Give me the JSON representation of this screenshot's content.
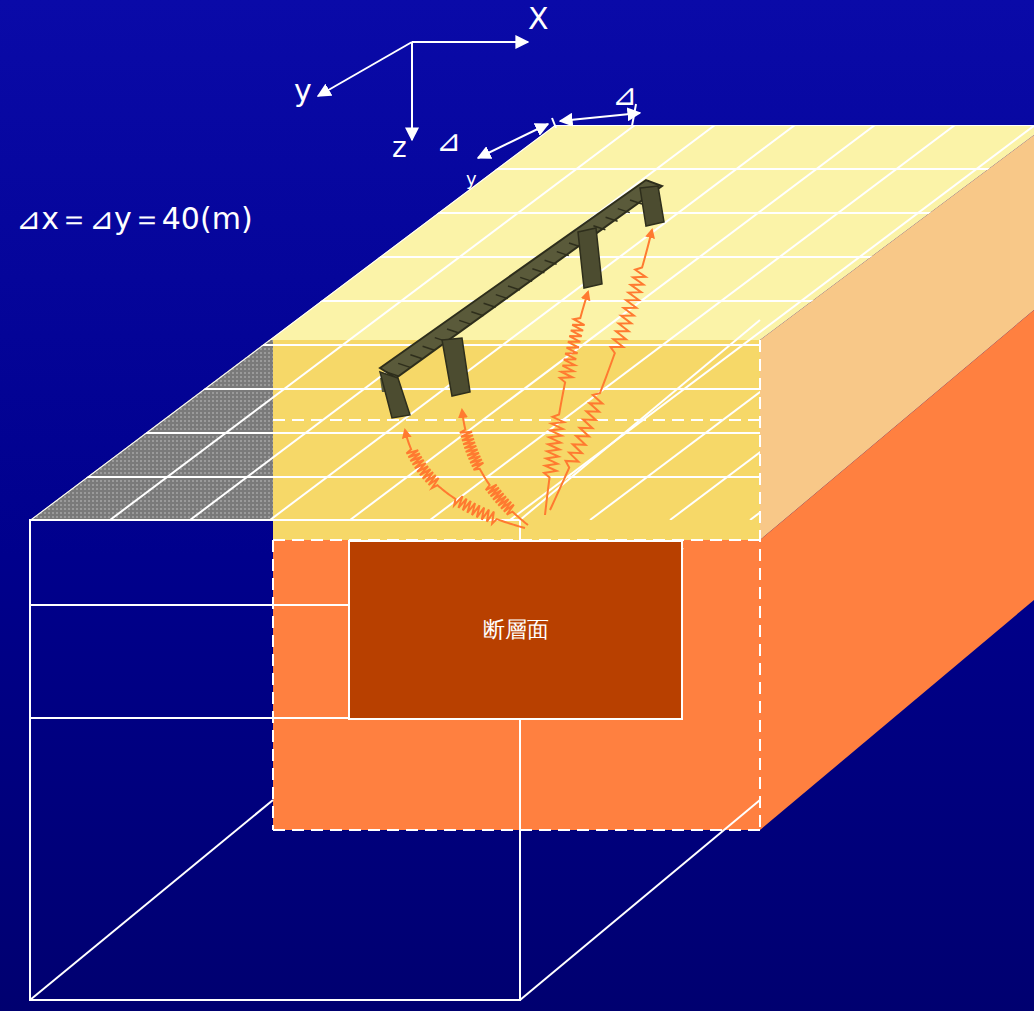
{
  "diagram": {
    "nodes": [
      {
        "text": [
          "断層面"
        ]
      }
    ],
    "labels": [
      "X",
      "y",
      "z",
      "⊿",
      "⊿",
      "y",
      "⊿x＝⊿y＝40(m)"
    ]
  }
}
